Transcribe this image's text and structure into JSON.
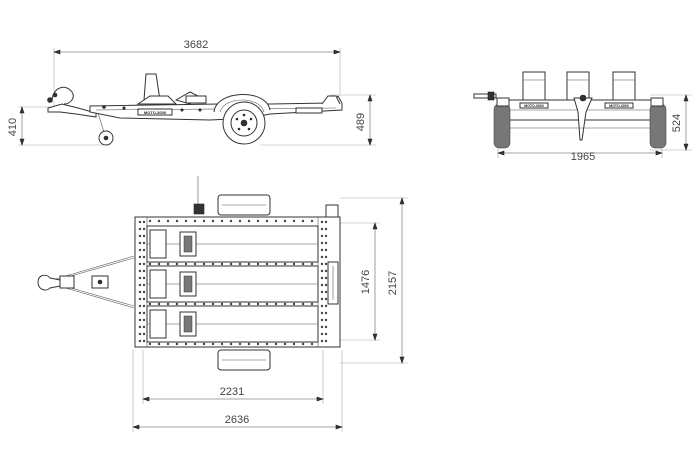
{
  "dimensions": {
    "side_length": "3682",
    "side_height_left": "410",
    "side_height_right": "489",
    "rear_width": "1965",
    "rear_height": "524",
    "top_width": "2157",
    "top_inner_width": "1476",
    "top_inner_length": "2231",
    "top_length": "2636"
  },
  "side_view": {
    "decal": "MOTO-3000"
  },
  "rear_view": {
    "decal_left": "MOTO-3000",
    "decal_right": "MOTO-3000"
  },
  "colors": {
    "line": "#333333",
    "dimension": "#888888",
    "text": "#444444"
  }
}
